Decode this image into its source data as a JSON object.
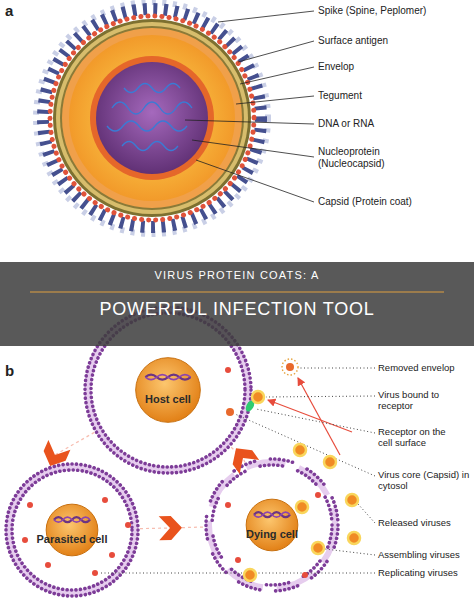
{
  "diagram": {
    "nodes": [
      {
        "text": [
          "VIRUS PROTEIN COATS: A",
          "POWERFUL INFECTION TOOL"
        ]
      },
      {
        "text": [
          "Host cell"
        ]
      },
      {
        "text": [
          "Parasited cell"
        ]
      },
      {
        "text": [
          "Dying cell"
        ]
      }
    ],
    "edges": [
      {
        "from": 1,
        "to": 2,
        "arrow": "to"
      },
      {
        "from": 2,
        "to": 3,
        "arrow": "to"
      },
      {
        "from": 3,
        "to": 1,
        "arrow": "to"
      }
    ],
    "labels": [
      "a",
      "Spike (Spine, Peplomer)",
      "Surface antigen",
      "Envelop",
      "Tegument",
      "DNA or RNA",
      "Nucleoprotein (Nucleocapsid)",
      "Capsid (Protein coat)",
      "b",
      "Removed envelop",
      "Virus bound to receptor",
      "Receptor on the cell surface",
      "Virus core (Capsid) in cytosol",
      "Released viruses",
      "Assembling viruses",
      "Replicating viruses"
    ]
  }
}
